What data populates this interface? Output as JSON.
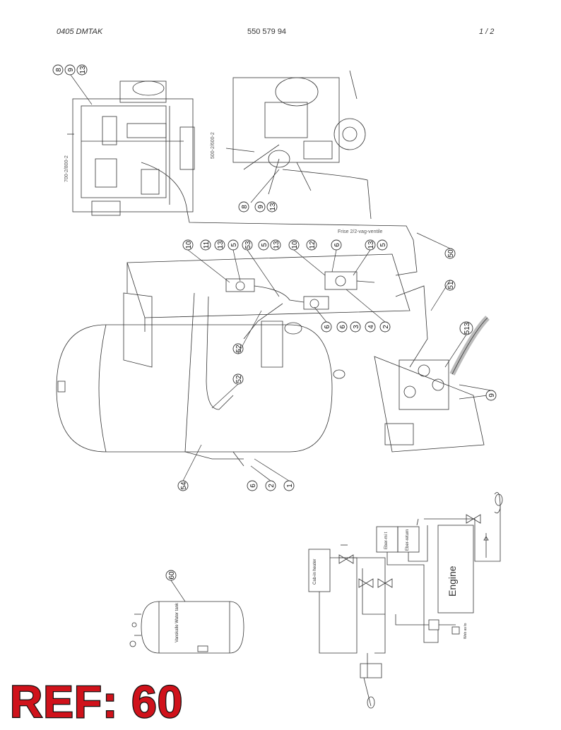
{
  "header": {
    "left": "0405 DMTAK",
    "center": "550 579 94",
    "right": "1 /  2"
  },
  "engine_labels": {
    "left_engine": "700-2/800-2",
    "right_engine": "500-2/600-2",
    "note": "Frise 2/2-vag-ventile"
  },
  "callouts": {
    "top_left": [
      "8",
      "9",
      "13"
    ],
    "right_engine": [
      "8",
      "9",
      "13"
    ],
    "row_top": [
      "10",
      "11",
      "13",
      "5",
      "53",
      "5",
      "13",
      "10",
      "12",
      "6",
      "13",
      "5"
    ],
    "row_mid": [
      "6",
      "6",
      "3",
      "4",
      "2"
    ],
    "pipe_50": "50",
    "pipe_51": "51",
    "pipe_52a": "52",
    "pipe_52b": "52",
    "pipe_54": "54",
    "tank_bottom": [
      "6",
      "2",
      "1"
    ],
    "heater_513": "513",
    "heater_9": "9",
    "water_tank": "60"
  },
  "schematic": {
    "heater_box": "Eber-mi t",
    "heater_box2": "Eber-return",
    "cabin_heater": "Cab-in heater",
    "engine": "Engine",
    "water_tank": "Vanskalle Water tank",
    "webasto": "Web as to"
  },
  "ref_stamp": "REF: 60"
}
